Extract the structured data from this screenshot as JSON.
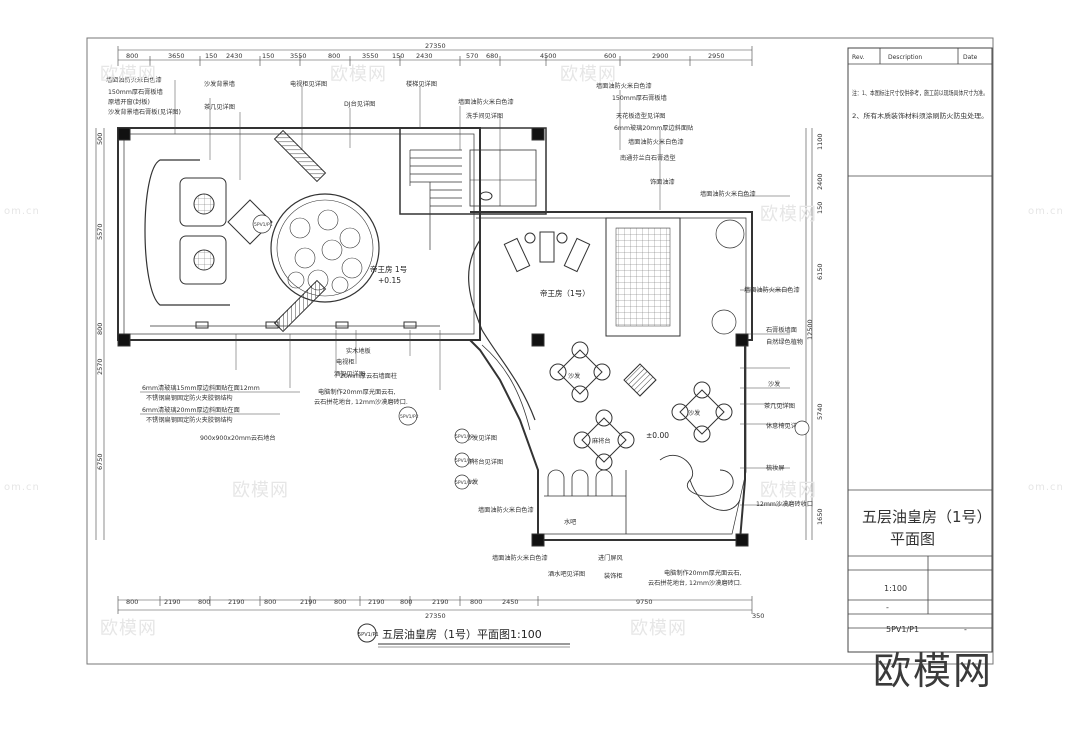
{
  "drawing": {
    "title": "五层油皇房（1号）平面图1:100",
    "title_ref": "5PV1/P1",
    "room_main": "帝王房（1号）",
    "room_side": "帝王房 1号",
    "level_mark": "+0.15",
    "level_mark2": "±0.00"
  },
  "dimensions": {
    "overall_top": "27350",
    "overall_bottom": "27350",
    "top_segments": [
      "800",
      "3650",
      "150",
      "2430",
      "150",
      "3550",
      "800",
      "3550",
      "150",
      "2430",
      "570",
      "680",
      "4500",
      "600",
      "2900",
      "2950"
    ],
    "bottom_segments": [
      "800",
      "2190",
      "800",
      "2190",
      "800",
      "2190",
      "800",
      "2190",
      "800",
      "2190",
      "800",
      "2450",
      "9750",
      "350"
    ],
    "left_segments": [
      "500",
      "5570",
      "800",
      "2570",
      "6750"
    ],
    "right_segments": [
      "1100",
      "2400",
      "150",
      "6150",
      "12500",
      "5740",
      "1650"
    ]
  },
  "annotations_left": [
    "墙面油防火米白色漆",
    "150mm厚石膏板墙",
    "原墙开窗(封板)",
    "沙发背景墙石膏板(见详图)",
    "沙发背景墙",
    "茶几见详图",
    "电视柜见详图",
    "DJ台见详图",
    "楼梯见详图",
    "墙面油防火米白色漆",
    "洗手间见详图"
  ],
  "annotations_bottom_left": [
    "酒架见详图",
    "电视柜",
    "实木地板",
    "20mm厚云石墙面柱",
    "电脑制作20mm厚光面云石,",
    "云石拼花地台, 12mm沙漠磨砖口.",
    "6mm清玻璃15mm厚边斜面贴在面12mm",
    "不锈钢扁钢固定防火夹胶钢结构",
    "6mm清玻璃20mm厚边斜面贴在面",
    "不锈钢扁钢固定防火夹胶钢结构",
    "900x900x20mm云石地台",
    "墙面油防火米白色漆",
    "酒水吧见详图",
    "进门屏风",
    "墙面油防火米白色漆",
    "电脑制作20mm厚光面云石,",
    "云石拼花地台, 12mm沙漠磨砖口.",
    "装饰柜"
  ],
  "annotations_right": [
    "墙面油防火米白色漆",
    "150mm厚石膏板墙",
    "天花板造型见详图",
    "6mm玻璃20mm厚边斜面贴",
    "墙面油防火米白色漆",
    "南通芬兰白石膏造型",
    "饰面油漆",
    "墙面油防火米白色漆",
    "墙面油防火米白色漆",
    "石膏板墙面",
    "自然绿色植物",
    "沙发",
    "茶几见详图",
    "休息椅见详图",
    "梳妆屏",
    "12mm沙漠磨砖收口"
  ],
  "annotations_middle": [
    "沙发",
    "沙发见详图",
    "麻将台",
    "麻将台见详图",
    "沙发",
    "沙发",
    "水吧"
  ],
  "legend_tags": [
    "5PV1/P1",
    "5PV1/P2",
    "5PV1/P3",
    "5PV1/P4",
    "5PV1/D1"
  ],
  "title_block": {
    "rev_header": "Rev.",
    "desc_header": "Description",
    "date_header": "Date",
    "note1": "注：1、本图标注尺寸仅供参考，施工前以现场具体尺寸为准。",
    "note2": "2、所有木质装饰材料须涂刷防火防虫处理。",
    "drawing_name_1": "五层油皇房（1号）",
    "drawing_name_2": "平面图",
    "scale": "1:100",
    "blank": "-",
    "drawing_no": "5PV1/P1",
    "sheet_no": "-"
  },
  "watermark": {
    "site": "om.cn",
    "brand": "欧模网",
    "brand_large": "欧模网"
  },
  "colors": {
    "line": "#333333",
    "light_line": "#8a8a8a",
    "hatch": "#555555",
    "watermark": "#e0e0e0"
  }
}
